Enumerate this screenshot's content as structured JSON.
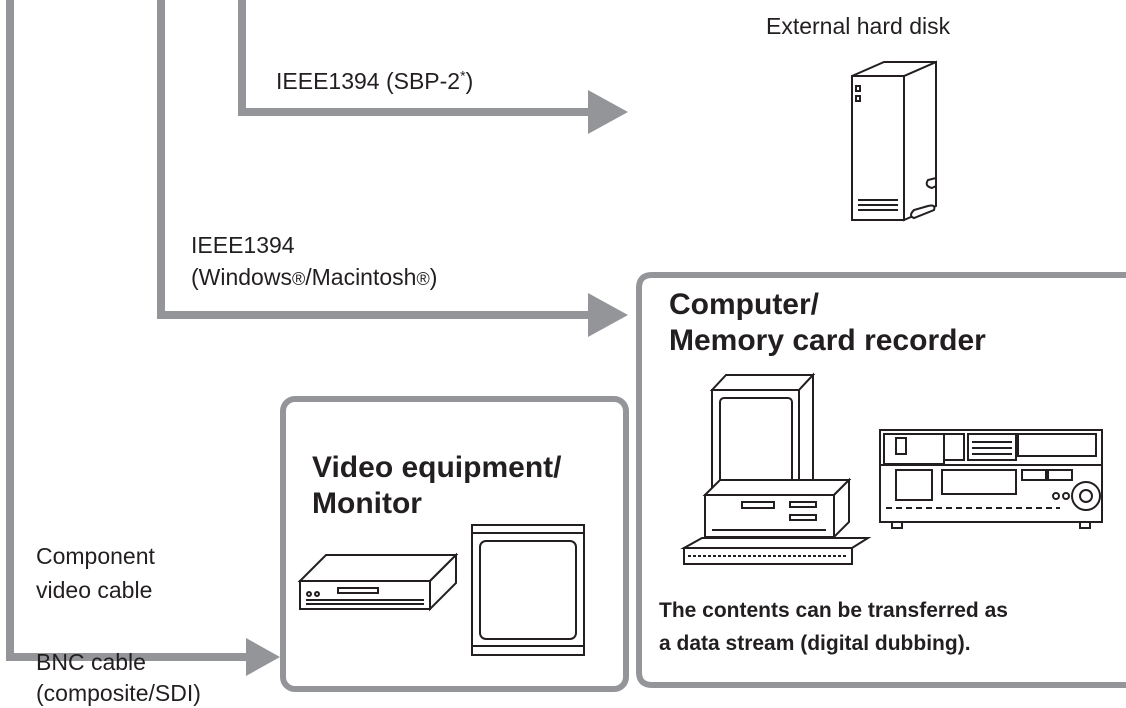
{
  "labels": {
    "external_hard_disk": "External hard disk",
    "ieee1394_sbp2": "IEEE1394 (SBP-2",
    "ieee1394_sbp2_star": "*",
    "ieee1394_sbp2_close": ")",
    "ieee1394": "IEEE1394",
    "windows_mac_open": "(Windows",
    "registered_mark": "®",
    "windows_mac_mid": "/Macintosh",
    "windows_mac_close": ")",
    "component_line1": "Component",
    "component_line2": "video cable",
    "bnc_line1": "BNC cable",
    "bnc_line2": "(composite/SDI)"
  },
  "boxes": {
    "video": {
      "title_line1": "Video equipment/",
      "title_line2": "Monitor"
    },
    "computer": {
      "title_line1": "Computer/",
      "title_line2": "Memory card recorder",
      "note_line1": "The contents can be transferred as",
      "note_line2": "a data stream (digital dubbing)."
    }
  },
  "colors": {
    "connector": "#939598",
    "outline": "#231f20"
  }
}
